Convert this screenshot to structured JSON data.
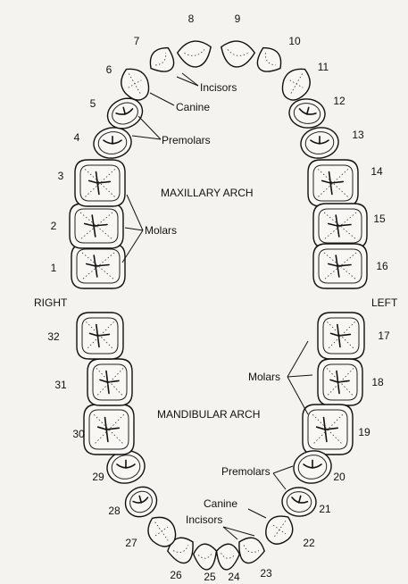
{
  "side_labels": {
    "right": "RIGHT",
    "left": "LEFT"
  },
  "arch_labels": {
    "maxillary": "MAXILLARY ARCH",
    "mandibular": "MANDIBULAR ARCH"
  },
  "upper_terms": {
    "incisors": "Incisors",
    "canine": "Canine",
    "premolars": "Premolars",
    "molars": "Molars"
  },
  "lower_terms": {
    "molars": "Molars",
    "premolars": "Premolars",
    "canine": "Canine",
    "incisors": "Incisors"
  },
  "teeth": [
    {
      "number": "1",
      "type": "molar"
    },
    {
      "number": "2",
      "type": "molar"
    },
    {
      "number": "3",
      "type": "molar"
    },
    {
      "number": "4",
      "type": "premolar"
    },
    {
      "number": "5",
      "type": "premolar"
    },
    {
      "number": "6",
      "type": "canine"
    },
    {
      "number": "7",
      "type": "incisor"
    },
    {
      "number": "8",
      "type": "incisor"
    },
    {
      "number": "9",
      "type": "incisor"
    },
    {
      "number": "10",
      "type": "incisor"
    },
    {
      "number": "11",
      "type": "canine"
    },
    {
      "number": "12",
      "type": "premolar"
    },
    {
      "number": "13",
      "type": "premolar"
    },
    {
      "number": "14",
      "type": "molar"
    },
    {
      "number": "15",
      "type": "molar"
    },
    {
      "number": "16",
      "type": "molar"
    },
    {
      "number": "17",
      "type": "molar"
    },
    {
      "number": "18",
      "type": "molar"
    },
    {
      "number": "19",
      "type": "molar"
    },
    {
      "number": "20",
      "type": "premolar"
    },
    {
      "number": "21",
      "type": "premolar"
    },
    {
      "number": "22",
      "type": "canine"
    },
    {
      "number": "23",
      "type": "incisor"
    },
    {
      "number": "24",
      "type": "incisor"
    },
    {
      "number": "25",
      "type": "incisor"
    },
    {
      "number": "26",
      "type": "incisor"
    },
    {
      "number": "27",
      "type": "canine"
    },
    {
      "number": "28",
      "type": "premolar"
    },
    {
      "number": "29",
      "type": "premolar"
    },
    {
      "number": "30",
      "type": "molar"
    },
    {
      "number": "31",
      "type": "molar"
    },
    {
      "number": "32",
      "type": "molar"
    }
  ]
}
